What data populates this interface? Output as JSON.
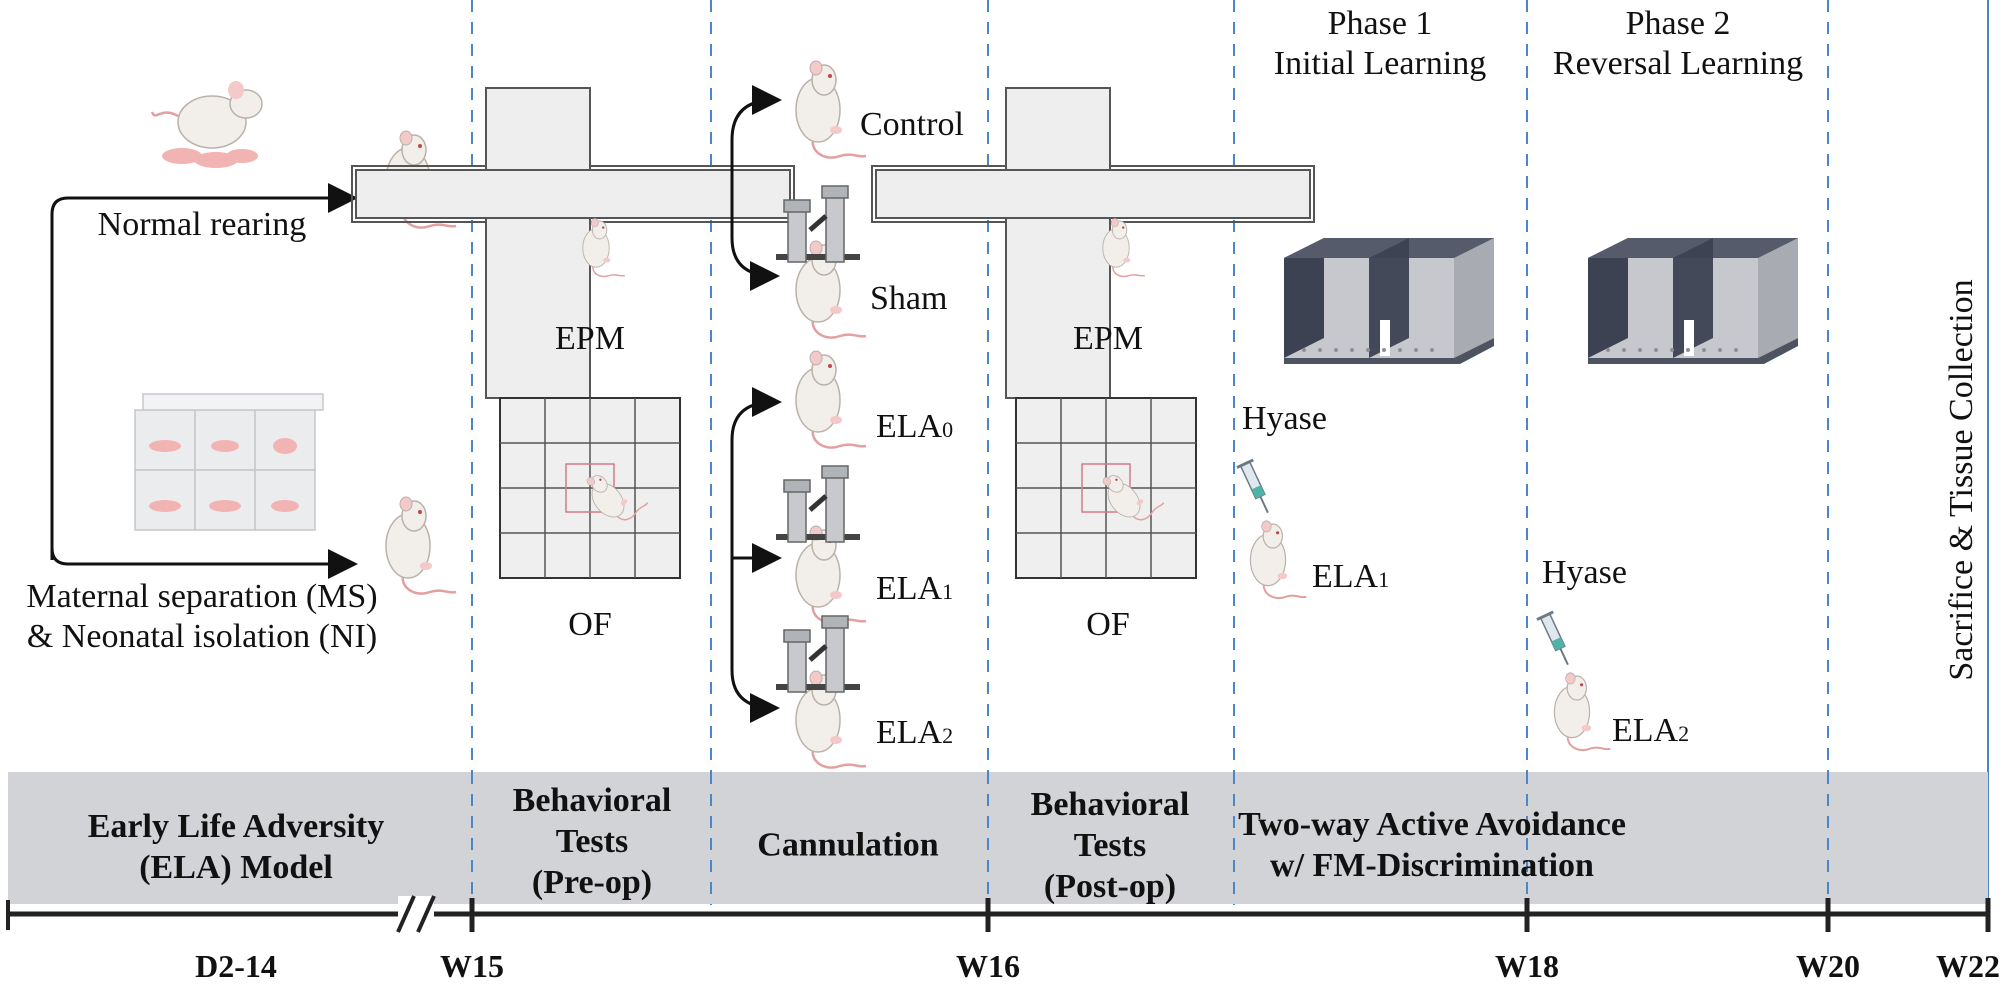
{
  "rearing": {
    "normal": "Normal rearing",
    "ms_line1": "Maternal separation (MS)",
    "ms_line2": "& Neonatal isolation (NI)"
  },
  "tests": {
    "epm": "EPM",
    "of": "OF"
  },
  "groups": {
    "control": "Control",
    "sham": "Sham",
    "ela0_base": "ELA",
    "ela0_sub": "0",
    "ela1_base": "ELA",
    "ela1_sub": "1",
    "ela2_base": "ELA",
    "ela2_sub": "2"
  },
  "phases": {
    "p1_line1": "Phase 1",
    "p1_line2": "Initial Learning",
    "p2_line1": "Phase 2",
    "p2_line2": "Reversal Learning"
  },
  "injections": {
    "hyase1": "Hyase",
    "hyase2": "Hyase",
    "p1_group_base": "ELA",
    "p1_group_sub": "1",
    "p2_group_base": "ELA",
    "p2_group_sub": "2"
  },
  "sacrifice": "Sacrifice & Tissue Collection",
  "band": {
    "ela_line1": "Early Life Adversity",
    "ela_line2": "(ELA) Model",
    "pre_line1": "Behavioral",
    "pre_line2": "Tests",
    "pre_line3": "(Pre-op)",
    "cannulation": "Cannulation",
    "post_line1": "Behavioral",
    "post_line2": "Tests",
    "post_line3": "(Post-op)",
    "avoid_line1": "Two-way Active Avoidance",
    "avoid_line2": "w/ FM-Discrimination"
  },
  "timeline": {
    "d2_14": "D2-14",
    "w15": "W15",
    "w16": "W16",
    "w18": "W18",
    "w20": "W20",
    "w22": "W22"
  },
  "colors": {
    "band": "#d1d3d6",
    "divider": "#4a86c8",
    "axis": "#222222",
    "rat_body": "#f2eee9",
    "rat_tail": "#e3a0a0",
    "apparatus": "#3d4252",
    "maze_fill": "#eeeeee",
    "center_square": "#d27a8a"
  }
}
